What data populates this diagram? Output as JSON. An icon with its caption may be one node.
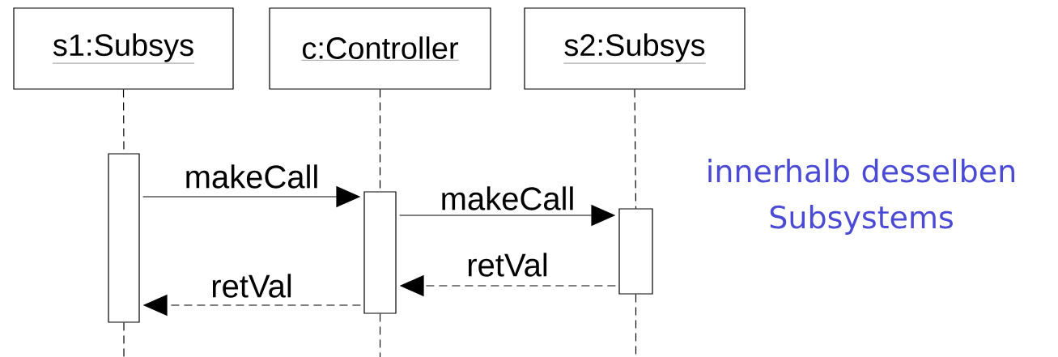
{
  "diagram": {
    "nodes": [
      {
        "text": [
          "s1:Subsys"
        ]
      },
      {
        "text": [
          "c:Controller"
        ]
      },
      {
        "text": [
          "s2:Subsys"
        ]
      },
      {
        "text": [],
        "shape": "bar"
      },
      {
        "text": [],
        "shape": "bar"
      },
      {
        "text": [],
        "shape": "bar"
      }
    ],
    "edges": [
      {
        "from": 0,
        "to": 3,
        "arrow": "none",
        "style": "dashed"
      },
      {
        "from": 1,
        "to": 4,
        "arrow": "none",
        "style": "dashed"
      },
      {
        "from": 2,
        "to": 5,
        "arrow": "none",
        "style": "dashed"
      },
      {
        "from": 3,
        "to": null,
        "arrow": "none",
        "style": "dashed"
      },
      {
        "from": 4,
        "to": null,
        "arrow": "none",
        "style": "dashed"
      },
      {
        "from": 5,
        "to": null,
        "arrow": "none",
        "style": "dashed"
      },
      {
        "from": 3,
        "to": 4,
        "arrow": "to",
        "label": "makeCall"
      },
      {
        "from": 4,
        "to": 5,
        "arrow": "to",
        "label": "makeCall"
      },
      {
        "from": 5,
        "to": 4,
        "arrow": "to",
        "label": "retVal",
        "style": "dashed"
      },
      {
        "from": 4,
        "to": 3,
        "arrow": "to",
        "label": "retVal",
        "style": "dashed"
      }
    ],
    "labels": [
      "innerhalb desselben Subsystems"
    ]
  }
}
